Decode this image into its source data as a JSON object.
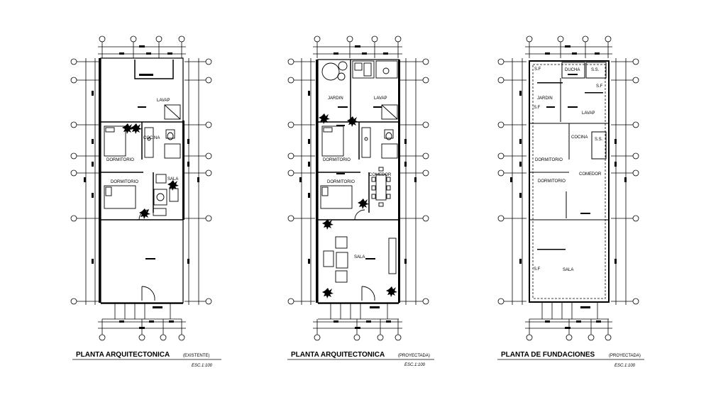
{
  "panels": [
    {
      "id": "existente",
      "title": "PLANTA ARQUITECTONICA",
      "subtitle": "(EXISTENTE)",
      "scale": "ESC.1:100",
      "rooms": [
        {
          "label": "LAVAP"
        },
        {
          "label": "COCINA"
        },
        {
          "label": "DORMITORIO"
        },
        {
          "label": "DORMITORIO"
        },
        {
          "label": "SALA"
        }
      ]
    },
    {
      "id": "proyectada",
      "title": "PLANTA ARQUITECTONICA",
      "subtitle": "(PROYECTADA)",
      "scale": "ESC.1:100",
      "rooms": [
        {
          "label": "JARDIN"
        },
        {
          "label": "LAVAP"
        },
        {
          "label": "DORMITORIO"
        },
        {
          "label": "COMEDOR"
        },
        {
          "label": "DORMITORIO"
        },
        {
          "label": "SALA"
        }
      ]
    },
    {
      "id": "fundaciones",
      "title": "PLANTA DE FUNDACIONES",
      "subtitle": "(PROYECTADA)",
      "scale": "ESC.1:100",
      "rooms": [
        {
          "label": "DUCHA"
        },
        {
          "label": "S.S."
        },
        {
          "label": "S.F"
        },
        {
          "label": "JARDIN"
        },
        {
          "label": "S.F"
        },
        {
          "label": "LAVAP"
        },
        {
          "label": "S.F"
        },
        {
          "label": "COCINA"
        },
        {
          "label": "S.S."
        },
        {
          "label": "DORMITORIO"
        },
        {
          "label": "COMEDOR"
        },
        {
          "label": "DORMITORIO"
        },
        {
          "label": "S.F"
        },
        {
          "label": "SALA"
        }
      ]
    }
  ],
  "colors": {
    "line": "#000000",
    "background": "#ffffff"
  }
}
